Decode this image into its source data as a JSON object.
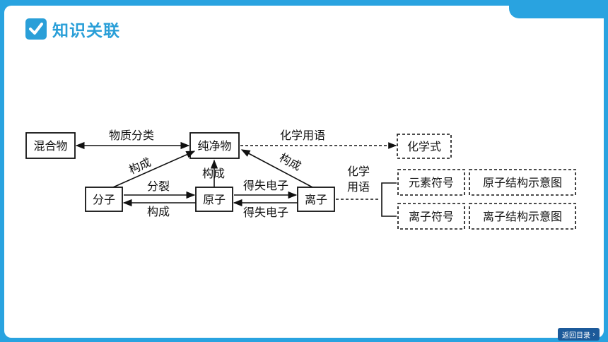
{
  "header": {
    "title": "知识关联"
  },
  "nodes": {
    "mixture": "混合物",
    "pure": "纯净物",
    "molecule": "分子",
    "atom": "原子",
    "ion": "离子",
    "formula": "化学式",
    "element_symbol": "元素符号",
    "atom_structure": "原子结构示意图",
    "ion_symbol": "离子符号",
    "ion_structure": "离子结构示意图"
  },
  "edges": {
    "classify": "物质分类",
    "chem_terms": "化学用语",
    "chem_terms_line1": "化学",
    "chem_terms_line2": "用语",
    "compose_mol_pure": "构成",
    "compose_atom_pure": "构成",
    "compose_ion_pure": "构成",
    "split": "分裂",
    "compose_atom_mol": "构成",
    "gain_lose_top": "得失电子",
    "gain_lose_bottom": "得失电子"
  },
  "footer": {
    "back_label": "返回目录"
  }
}
